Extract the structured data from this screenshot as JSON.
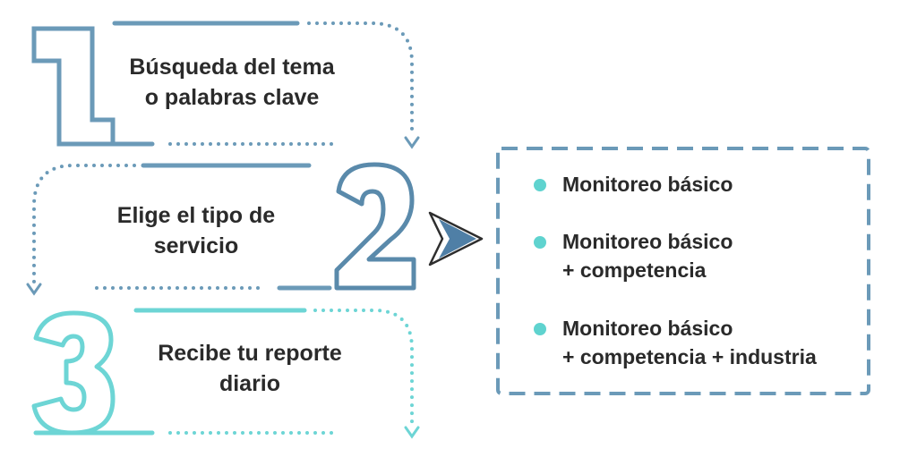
{
  "colors": {
    "blue": "#6b9ab8",
    "blue_dark": "#5a8aab",
    "teal": "#6dd5d5",
    "text": "#2a2a2a",
    "dot": "#5fd3cf",
    "arrow_fill": "#4f7fa6",
    "arrow_outline": "#2e2e2e"
  },
  "steps": [
    {
      "number": "1",
      "lines": [
        "Búsqueda del tema",
        "o palabras clave"
      ]
    },
    {
      "number": "2",
      "lines": [
        "Elige el tipo de",
        "servicio"
      ]
    },
    {
      "number": "3",
      "lines": [
        "Recibe tu reporte",
        "diario"
      ]
    }
  ],
  "options": [
    {
      "lines": [
        "Monitoreo básico"
      ]
    },
    {
      "lines": [
        "Monitoreo básico",
        "+ competencia"
      ]
    },
    {
      "lines": [
        "Monitoreo básico",
        "+ competencia + industria"
      ]
    }
  ]
}
